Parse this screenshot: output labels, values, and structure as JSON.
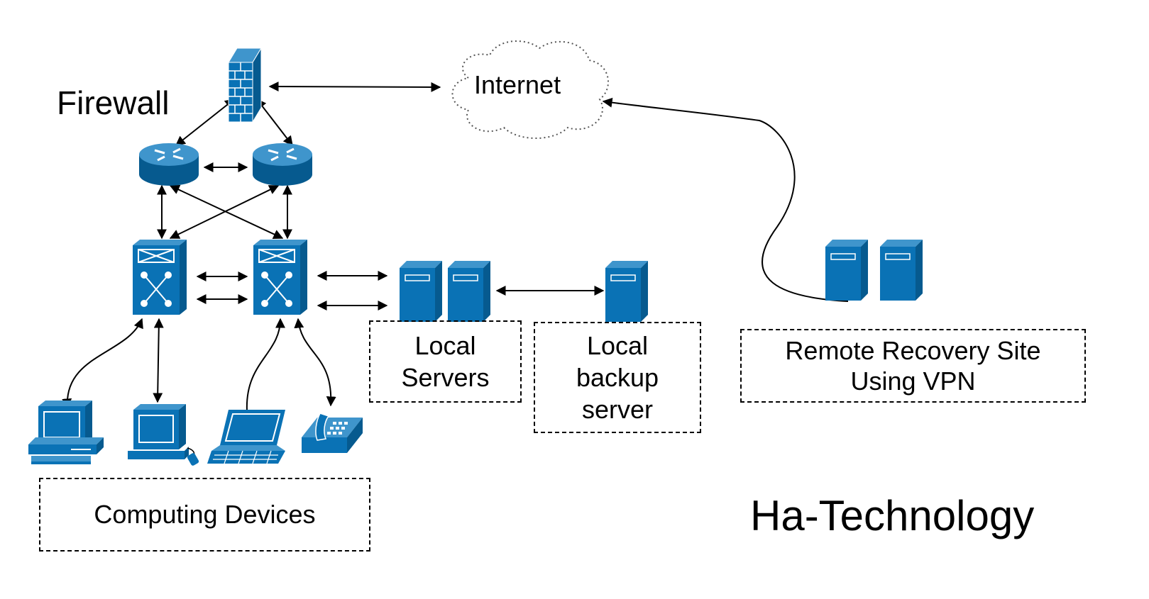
{
  "title": "Ha-Technology",
  "labels": {
    "firewall": "Firewall",
    "internet": "Internet",
    "computing_devices": "Computing Devices",
    "local_servers": [
      "Local",
      "Servers"
    ],
    "local_backup": [
      "Local",
      "backup",
      "server"
    ],
    "remote_site": [
      "Remote Recovery Site",
      "Using VPN"
    ]
  },
  "colors": {
    "device": "#0a72b5",
    "device_dark": "#065a8f",
    "device_light": "#3f95cc",
    "line": "#000000"
  },
  "icons": [
    "firewall-icon",
    "router-icon",
    "switch-icon",
    "server-icon",
    "desktop-icon",
    "laptop-icon",
    "phone-icon",
    "cloud-icon"
  ]
}
